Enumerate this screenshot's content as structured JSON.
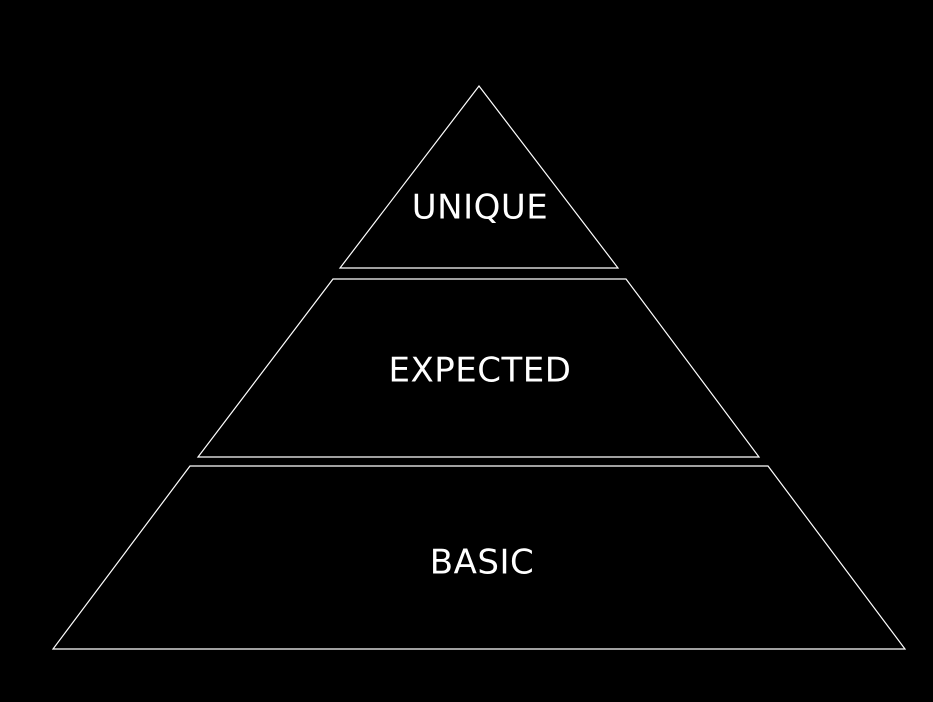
{
  "diagram": {
    "background_color": "#000000",
    "line_color": "#ffffff",
    "text_color": "#ffffff",
    "tiers": [
      {
        "label": "UNIQUE"
      },
      {
        "label": "EXPECTED"
      },
      {
        "label": "BASIC"
      }
    ]
  }
}
